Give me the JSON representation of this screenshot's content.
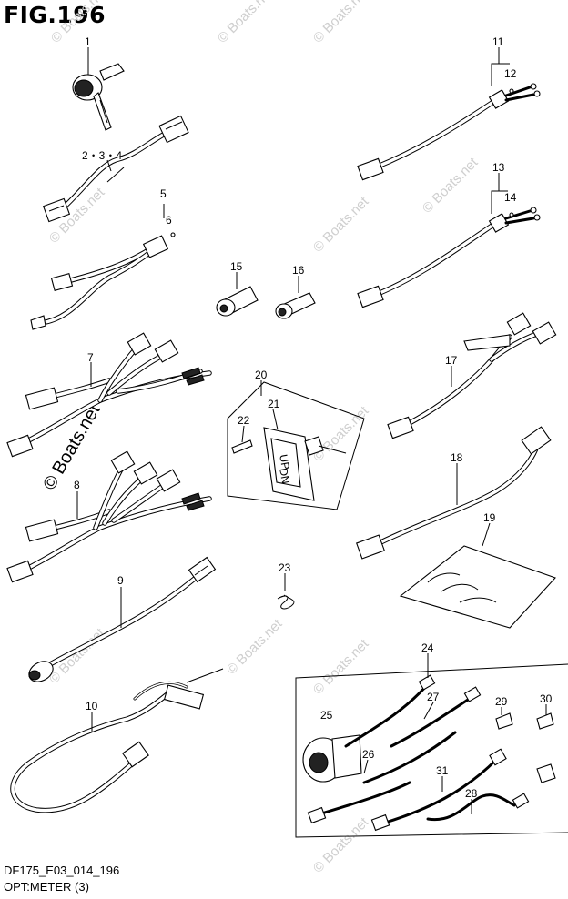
{
  "figure": {
    "title": "FIG.196",
    "footer_code": "DF175_E03_014_196",
    "footer_name": "OPT:METER (3)"
  },
  "watermark": {
    "text": "© Boats.net",
    "count": 12
  },
  "callouts": {
    "c1": "1",
    "c234": "2・3・4",
    "c5": "5",
    "c6": "6",
    "c7": "7",
    "c8": "8",
    "c9": "9",
    "c10": "10",
    "c11": "11",
    "c12": "12",
    "c13": "13",
    "c14": "14",
    "c15": "15",
    "c16": "16",
    "c17": "17",
    "c18": "18",
    "c19": "19",
    "c20": "20",
    "c21": "21",
    "c22": "22",
    "c23": "23",
    "c24": "24",
    "c25": "25",
    "c26": "26",
    "c27": "27",
    "c28": "28",
    "c29": "29",
    "c30": "30",
    "c31": "31"
  },
  "switch_labels": {
    "up": "UP",
    "dn": "DN"
  }
}
